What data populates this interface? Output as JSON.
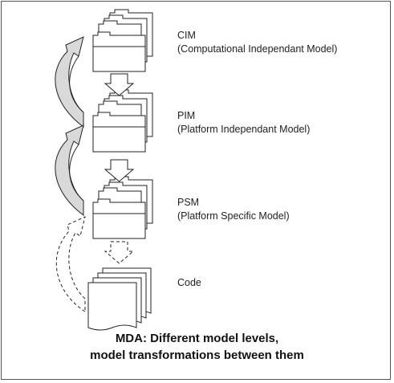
{
  "levels": [
    {
      "name": "CIM",
      "full": "(Computational Independant Model)"
    },
    {
      "name": "PIM",
      "full": "(Platform Independant Model)"
    },
    {
      "name": "PSM",
      "full": "(Platform Specific Model)"
    },
    {
      "name": "Code",
      "full": ""
    }
  ],
  "caption": {
    "line1": "MDA: Different model levels,",
    "line2": "model transformations between them"
  },
  "colors": {
    "frame": "#555555",
    "stroke": "#222222",
    "arrow_fill": "#d9d9d9",
    "background": "#ffffff"
  }
}
